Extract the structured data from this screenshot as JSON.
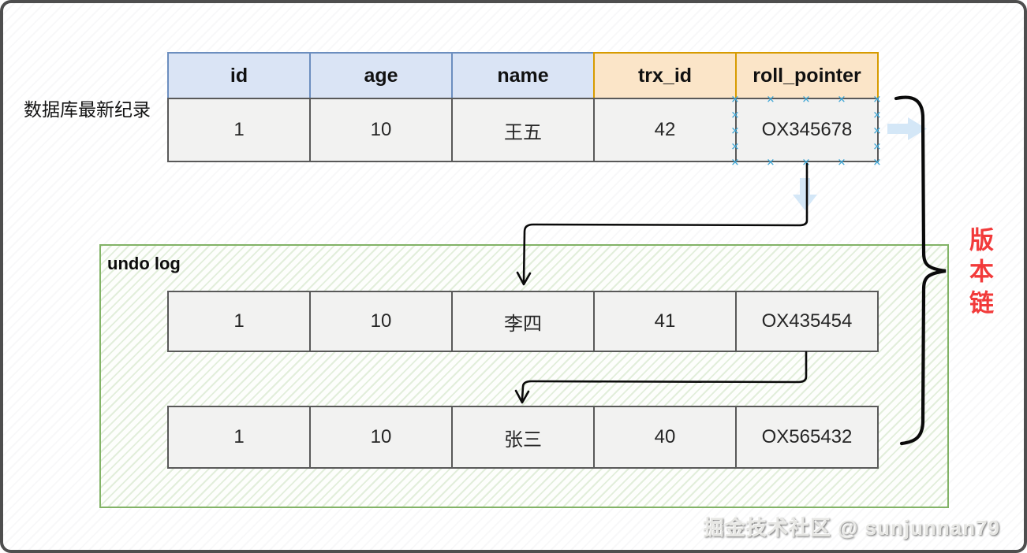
{
  "labels": {
    "latest_record": "数据库最新纪录",
    "undo_log": "undo log",
    "version_chain": "版本链",
    "watermark": "掘金技术社区 @ sunjunnan79"
  },
  "table": {
    "columns": [
      "id",
      "age",
      "name",
      "trx_id",
      "roll_pointer"
    ],
    "latest_row": [
      "1",
      "10",
      "王五",
      "42",
      "OX345678"
    ],
    "undo_rows": [
      [
        "1",
        "10",
        "李四",
        "41",
        "OX435454"
      ],
      [
        "1",
        "10",
        "张三",
        "40",
        "OX565432"
      ]
    ]
  },
  "colors": {
    "header_blue_fill": "#dae4f5",
    "header_blue_border": "#6c8ebf",
    "header_orange_fill": "#fbe5c8",
    "header_orange_border": "#d79b00",
    "cell_fill": "#f2f2f1",
    "cell_border": "#595959",
    "undo_box_border": "#82b366",
    "selection_mark_blue": "#3fa7d6",
    "version_chain_red": "#f23a3a",
    "arrow_black": "#0a0a0a",
    "arrow_light_blue": "#cfe4f6"
  }
}
